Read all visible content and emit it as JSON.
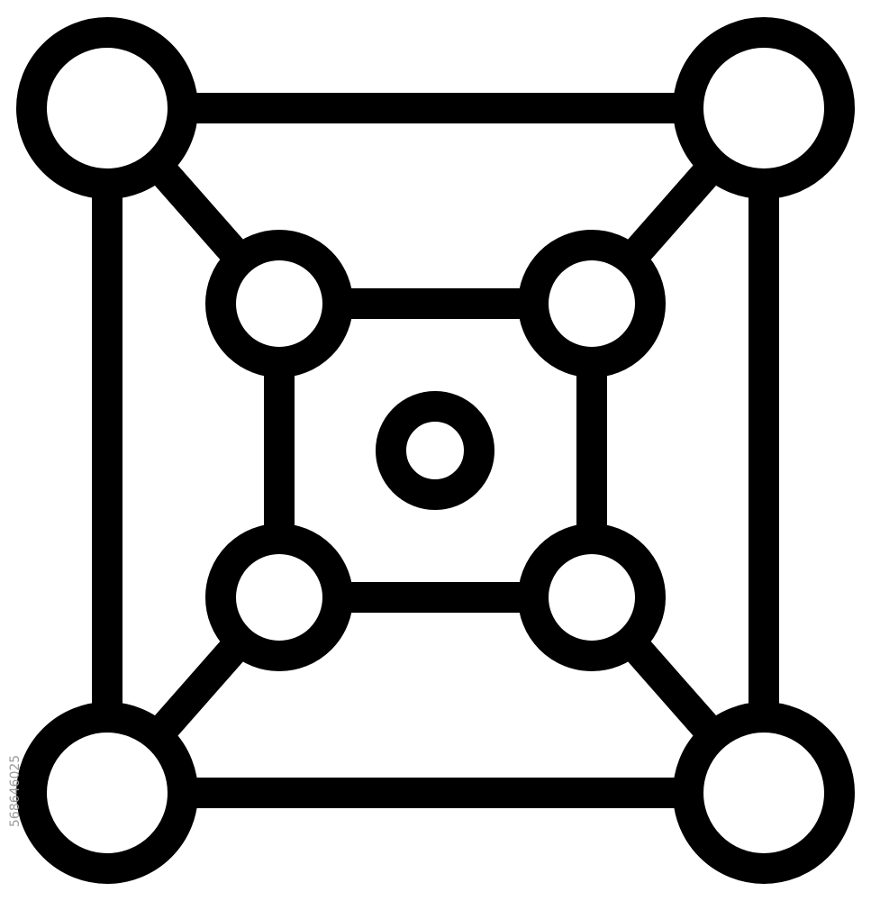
{
  "diagram": {
    "icon": "network-nodes-square-icon",
    "stroke_color": "#000000",
    "fill_color": "#ffffff",
    "background_color": "#ffffff",
    "nodes": [
      {
        "id": "outer-top-left",
        "name": "outer-node-top-left"
      },
      {
        "id": "outer-top-right",
        "name": "outer-node-top-right"
      },
      {
        "id": "outer-bottom-left",
        "name": "outer-node-bottom-left"
      },
      {
        "id": "outer-bottom-right",
        "name": "outer-node-bottom-right"
      },
      {
        "id": "inner-top-left",
        "name": "inner-node-top-left"
      },
      {
        "id": "inner-top-right",
        "name": "inner-node-top-right"
      },
      {
        "id": "inner-bottom-left",
        "name": "inner-node-bottom-left"
      },
      {
        "id": "inner-bottom-right",
        "name": "inner-node-bottom-right"
      },
      {
        "id": "center",
        "name": "center-node"
      }
    ],
    "edges": [
      {
        "from": "outer-top-left",
        "to": "outer-top-right"
      },
      {
        "from": "outer-bottom-left",
        "to": "outer-bottom-right"
      },
      {
        "from": "outer-top-left",
        "to": "outer-bottom-left"
      },
      {
        "from": "outer-top-right",
        "to": "outer-bottom-right"
      },
      {
        "from": "outer-top-left",
        "to": "inner-top-left"
      },
      {
        "from": "outer-top-right",
        "to": "inner-top-right"
      },
      {
        "from": "outer-bottom-left",
        "to": "inner-bottom-left"
      },
      {
        "from": "outer-bottom-right",
        "to": "inner-bottom-right"
      },
      {
        "from": "inner-top-left",
        "to": "inner-top-right"
      },
      {
        "from": "inner-bottom-left",
        "to": "inner-bottom-right"
      },
      {
        "from": "inner-top-left",
        "to": "inner-bottom-left"
      },
      {
        "from": "inner-top-right",
        "to": "inner-bottom-right"
      }
    ]
  },
  "watermark": {
    "side_text": "568646025"
  }
}
